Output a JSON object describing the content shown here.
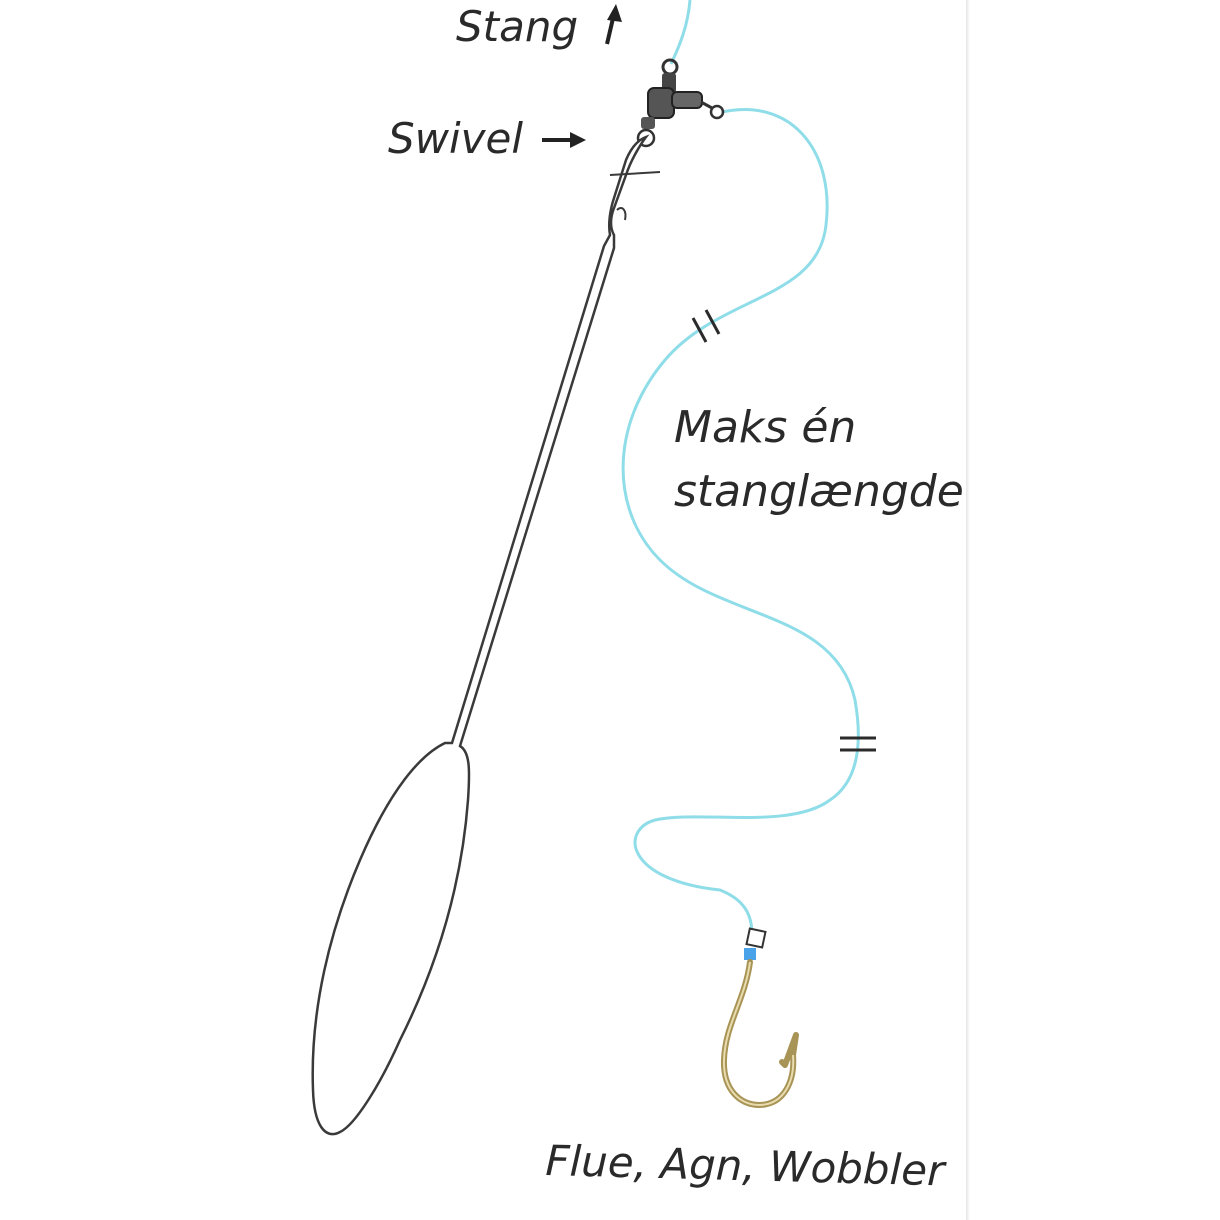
{
  "labels": {
    "rod": "Stang",
    "swivel": "Swivel",
    "length_line1": "Maks én",
    "length_line2": "stanglængde",
    "lure": "Flue, Agn, Wobbler"
  },
  "colors": {
    "line": "#8fdde8",
    "outline": "#3a3a3a",
    "hook": "#a89456",
    "hook_inner": "#e9dcae",
    "swivel_body": "#555555",
    "text": "#2a2a2a",
    "bead": "#4aa3e8"
  },
  "icons": {
    "rod_arrow": "up-arrow-icon",
    "swivel_arrow": "right-arrow-icon"
  }
}
